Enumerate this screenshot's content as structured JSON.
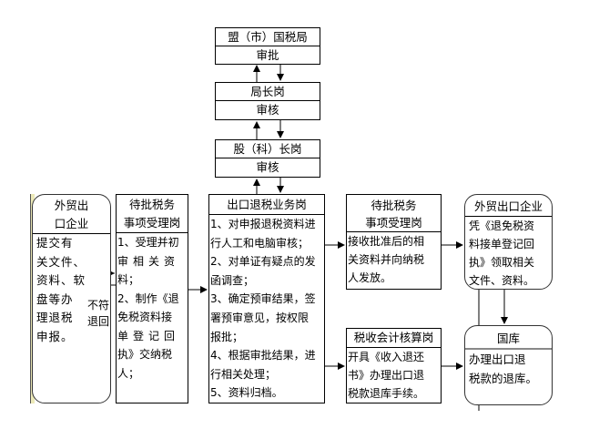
{
  "nodes": {
    "bureau": {
      "title": "盟（市）国税局",
      "body": "审批"
    },
    "director": {
      "title": "局长岗",
      "body": "审核"
    },
    "section_chief": {
      "title": "股（科）长岗",
      "body": "审核"
    },
    "enterprise_left": {
      "title_lines": [
        "外贸出",
        "口企业"
      ],
      "body_lines": [
        "提交有",
        "关文件、",
        "资料、软",
        "盘等办",
        "理退税",
        "申报。"
      ]
    },
    "acceptance_left": {
      "title_lines": [
        "待批税务",
        "事项受理岗"
      ],
      "body_lines": [
        "1、受理并初",
        "审相关资",
        "料；",
        "2、制作《退",
        "免税资料接",
        "单登记回",
        "执》交纳税",
        "人；"
      ]
    },
    "export_refund": {
      "title": "出口退税业务岗",
      "body_lines": [
        "1、对申报退税资料进",
        "行人工和电脑审核；",
        "2、对单证有疑点的发",
        "函调查；",
        "3、确定预审结果，签",
        "署预审意见，按权限",
        "报批；",
        "4、根据审批结果，进",
        "行相关处理；",
        "5、资料归档。"
      ]
    },
    "acceptance_right": {
      "title_lines": [
        "待批税务",
        "事项受理岗"
      ],
      "body_lines": [
        "接收批准后的相",
        "关资料并向纳税",
        "人发放。"
      ]
    },
    "accounting": {
      "title": "税收会计核算岗",
      "body_lines": [
        "开具《收入退还",
        "书》办理出口退",
        "税款退库手续。"
      ]
    },
    "enterprise_right": {
      "title": "外贸出口企业",
      "body_lines": [
        "凭《退免税资",
        "料接单登记回",
        "执》领取相关",
        "文件、资料。"
      ]
    },
    "treasury": {
      "title": "国库",
      "body_lines": [
        "办理出口退",
        "税款的退库。"
      ]
    }
  },
  "edge_labels": {
    "reject_return": [
      "不符",
      "退回"
    ]
  }
}
